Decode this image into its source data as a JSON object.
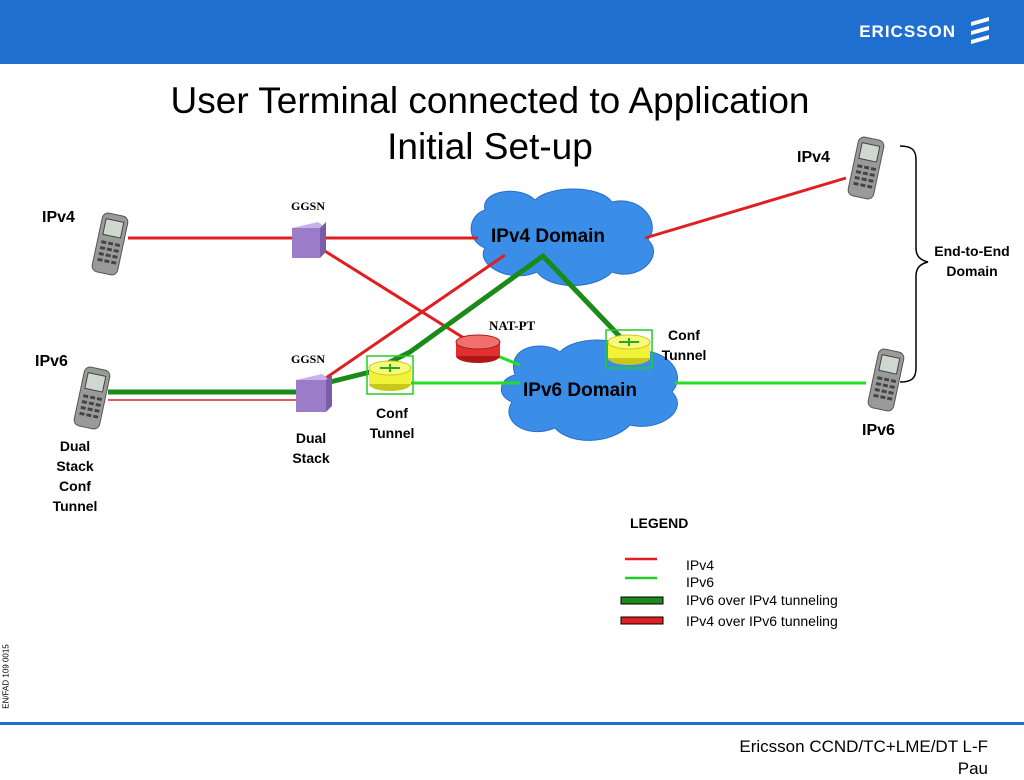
{
  "brand": {
    "name": "ERICSSON"
  },
  "title": {
    "line1": "User Terminal connected to Application",
    "line2": "Initial Set-up"
  },
  "terminals": {
    "left_ipv4": "IPv4",
    "left_ipv6": "IPv6",
    "right_ipv4": "IPv4",
    "right_ipv6": "IPv6",
    "left_ipv6_caption": [
      "Dual",
      "Stack",
      "Conf",
      "Tunnel"
    ]
  },
  "nodes": {
    "ggsn_top": "GGSN",
    "ggsn_bottom": "GGSN",
    "ggsn_bottom_caption": [
      "Dual",
      "Stack"
    ],
    "nat_pt": "NAT-PT",
    "conf_tunnel_left": [
      "Conf",
      "Tunnel"
    ],
    "conf_tunnel_right": [
      "Conf",
      "Tunnel"
    ]
  },
  "domains": {
    "ipv4": "IPv4 Domain",
    "ipv6": "IPv6 Domain"
  },
  "end_to_end": [
    "End-to-End",
    "Domain"
  ],
  "legend": {
    "title": "LEGEND",
    "items": [
      {
        "label": "IPv4",
        "color": "#e02020",
        "style": "thin"
      },
      {
        "label": "IPv6",
        "color": "#22cc22",
        "style": "thin"
      },
      {
        "label": "IPv6 over IPv4 tunneling",
        "color": "#1a8a1a",
        "style": "thick"
      },
      {
        "label": "IPv4 over IPv6 tunneling",
        "color": "#e02020",
        "style": "thick"
      }
    ]
  },
  "side_code": "EN/FAD 109 0015",
  "footer": {
    "line1": "Ericsson CCND/TC+LME/DT L-F",
    "line2": "Pau"
  },
  "colors": {
    "brand_blue": "#1f6fd1",
    "cloud": "#3a8ee8",
    "ipv4": "#e02020",
    "ipv6": "#22dd22",
    "tunnel": "#1a8a1a",
    "ggsn": "#9a7cc9",
    "router": "#f2f23a"
  }
}
